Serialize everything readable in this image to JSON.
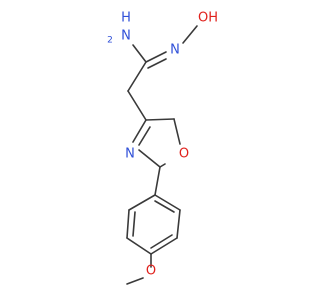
{
  "atom_labels": {
    "amine_nh2": "NH2",
    "amine_h": "H",
    "amine_n": "N",
    "amine_subscript": "2",
    "oxime_n": "N",
    "hydroxyl": "OH",
    "oxazole_n": "N",
    "oxazole_o": "O",
    "methoxy_o": "O"
  },
  "colors": {
    "bond": "#3a3a3a",
    "nitrogen": "#3050d8",
    "oxygen": "#e0211c"
  }
}
